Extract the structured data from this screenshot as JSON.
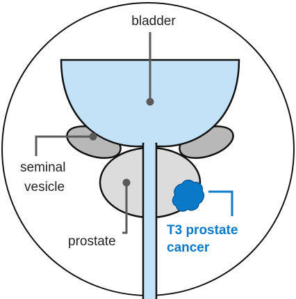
{
  "labels": {
    "bladder": "bladder",
    "seminal_line1": "seminal",
    "seminal_line2": "vesicle",
    "prostate": "prostate",
    "cancer_line1": "T3 prostate",
    "cancer_line2": "cancer"
  },
  "colors": {
    "bladder_fill": "#c3e2f7",
    "urethra_fill": "#c3e2f7",
    "gland_fill": "#dcdcdc",
    "vesicle_fill": "#b8b8b8",
    "outline": "#111111",
    "pointer": "#5a5a5a",
    "cancer": "#0a7ac8",
    "label_text": "#222222"
  }
}
